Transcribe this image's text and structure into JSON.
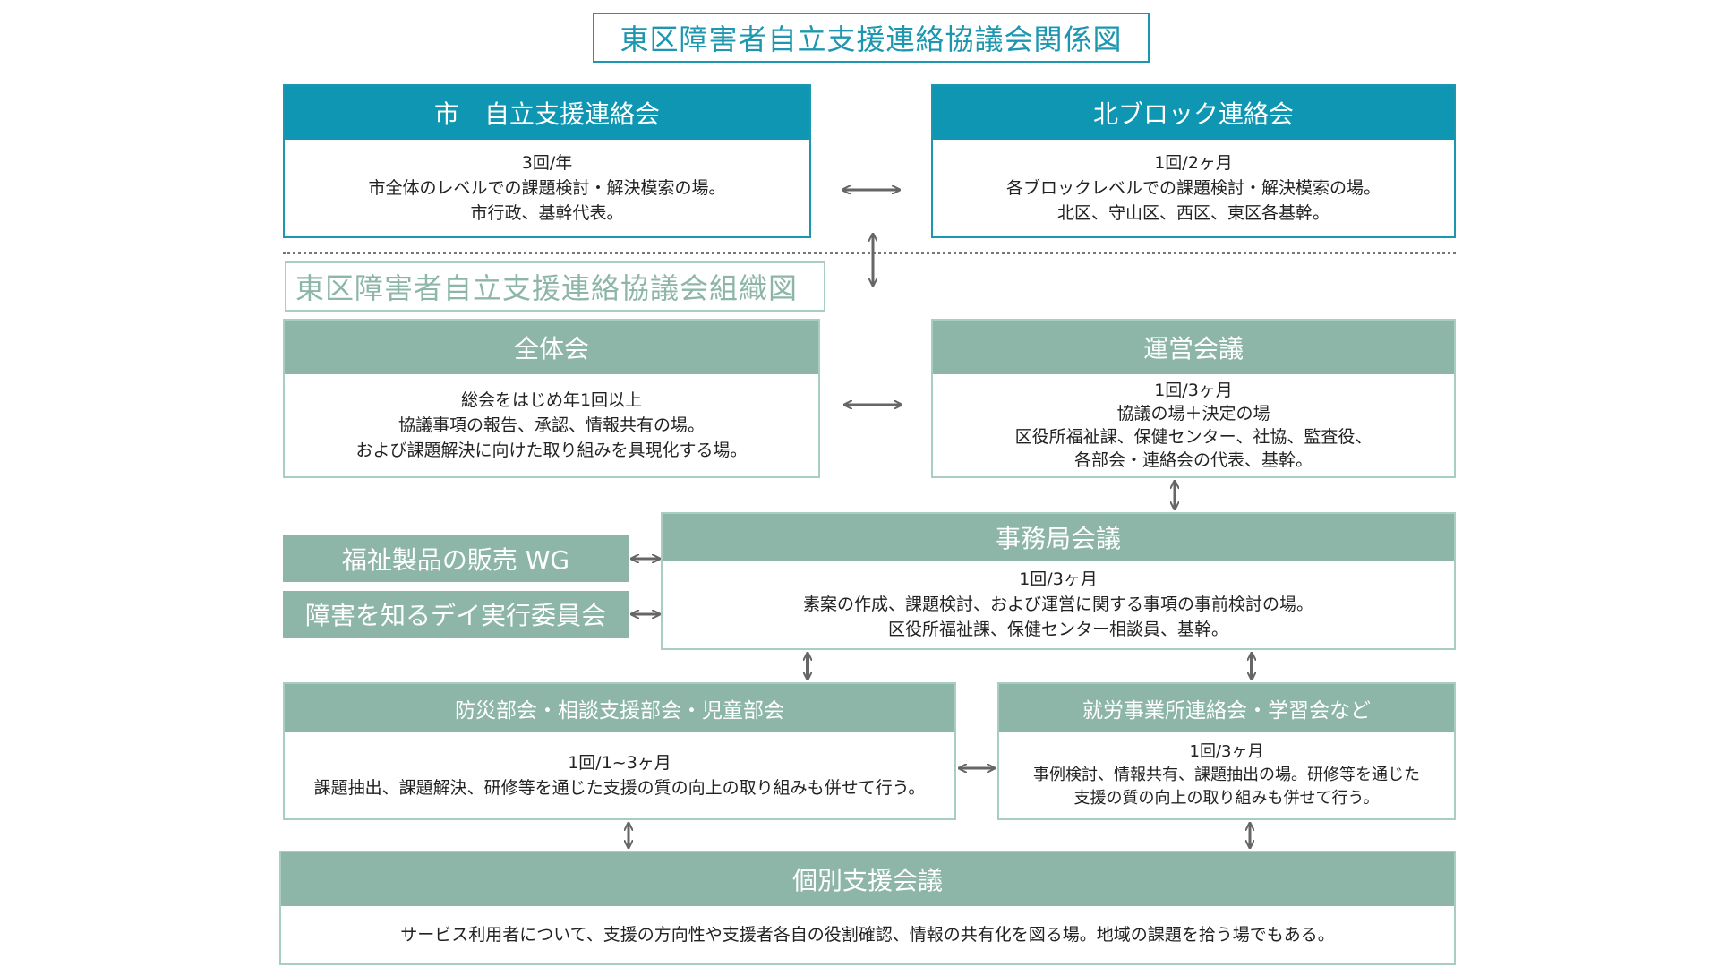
{
  "diagram": {
    "main_title": "東区障害者自立支援連絡協議会関係図",
    "org_title": "東区障害者自立支援連絡協議会組織図",
    "city_council": {
      "title": "市　自立支援連絡会",
      "lines": [
        "3回/年",
        "市全体のレベルでの課題検討・解決模索の場。",
        "市行政、基幹代表。"
      ]
    },
    "north_block": {
      "title": "北ブロック連絡会",
      "lines": [
        "1回/2ヶ月",
        "各ブロックレベルでの課題検討・解決模索の場。",
        "北区、守山区、西区、東区各基幹。"
      ]
    },
    "general_meeting": {
      "title": "全体会",
      "lines": [
        "総会をはじめ年1回以上",
        "協議事項の報告、承認、情報共有の場。",
        "および課題解決に向けた取り組みを具現化する場。"
      ]
    },
    "steering": {
      "title": "運営会議",
      "lines": [
        "1回/3ヶ月",
        "協議の場＋決定の場",
        "区役所福祉課、保健センター、社協、監査役、",
        "各部会・連絡会の代表、基幹。"
      ]
    },
    "wg_sales": "福祉製品の販売 WG",
    "wg_day": "障害を知るデイ実行委員会",
    "secretariat": {
      "title": "事務局会議",
      "lines": [
        "1回/3ヶ月",
        "素案の作成、課題検討、および運営に関する事項の事前検討の場。",
        "区役所福祉課、保健センター相談員、基幹。"
      ]
    },
    "subcommittees": {
      "title": "防災部会・相談支援部会・児童部会",
      "lines": [
        "1回/1~3ヶ月",
        "課題抽出、課題解決、研修等を通じた支援の質の向上の取り組みも併せて行う。"
      ]
    },
    "employment": {
      "title": "就労事業所連絡会・学習会など",
      "lines": [
        "1回/3ヶ月",
        "事例検討、情報共有、課題抽出の場。研修等を通じた",
        "支援の質の向上の取り組みも併せて行う。"
      ]
    },
    "individual": {
      "title": "個別支援会議",
      "lines": [
        "サービス利用者について、支援の方向性や支援者各自の役割確認、情報の共有化を図る場。地域の課題を拾う場でもある。"
      ]
    }
  }
}
